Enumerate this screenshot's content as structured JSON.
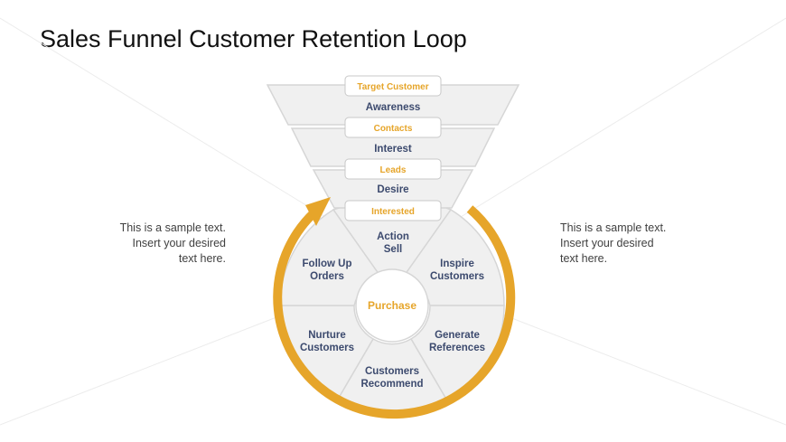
{
  "title": "Sales Funnel Customer Retention Loop",
  "left_text": [
    "This is a sample text.",
    "Insert your desired",
    "text here."
  ],
  "right_text": [
    "This is a sample text.",
    "Insert your desired",
    "text here."
  ],
  "funnel": {
    "pills": [
      "Target Customer",
      "Contacts",
      "Leads",
      "Interested"
    ],
    "stages": [
      "Awareness",
      "Interest",
      "Desire"
    ]
  },
  "wheel": {
    "top": [
      "Action",
      "Sell"
    ],
    "segments": {
      "inspire": [
        "Inspire",
        "Customers"
      ],
      "generate": [
        "Generate",
        "References"
      ],
      "recommend": [
        "Customers",
        "Recommend"
      ],
      "nurture": [
        "Nurture",
        "Customers"
      ],
      "follow": [
        "Follow Up",
        "Orders"
      ]
    },
    "center": "Purchase"
  },
  "colors": {
    "accent": "#e6a52a",
    "label": "#3c4a6e",
    "segment_fill": "#f0f0f0",
    "segment_stroke": "#d6d6d6"
  }
}
